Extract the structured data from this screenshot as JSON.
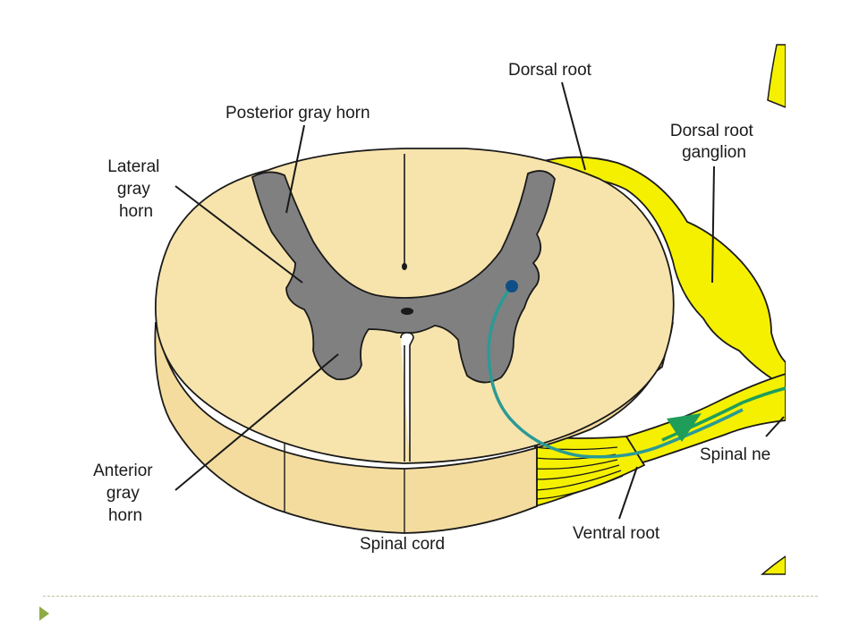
{
  "diagram": {
    "labels": {
      "dorsal_root": "Dorsal root",
      "posterior_gray_horn": "Posterior gray horn",
      "lateral_gray_horn": [
        "Lateral",
        "gray",
        "horn"
      ],
      "dorsal_root_ganglion": [
        "Dorsal root",
        "ganglion"
      ],
      "spinal_nerve": "Spinal ne",
      "anterior_gray_horn": [
        "Anterior",
        "gray",
        "horn"
      ],
      "spinal_cord": "Spinal cord",
      "ventral_root": "Ventral root"
    },
    "colors": {
      "white_matter": "#f7e4ad",
      "gray_matter": "#808080",
      "nerve": "#f5f000",
      "neuron_path": "#2a9a96",
      "neuron_body": "#0f4f86",
      "arrow": "#1f9e5a",
      "outline": "#1a1a1a"
    }
  },
  "footer": {
    "bullet_icon": "triangle-bullet-icon",
    "accent": "#8fab45"
  }
}
